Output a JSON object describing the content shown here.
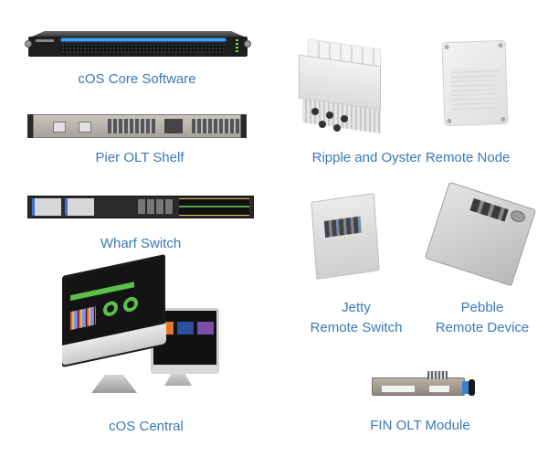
{
  "products": [
    {
      "id": "cos-core",
      "label": "cOS Core Software"
    },
    {
      "id": "pier-olt",
      "label": "Pier OLT Shelf"
    },
    {
      "id": "wharf",
      "label": "Wharf Switch"
    },
    {
      "id": "cos-central",
      "label": "cOS Central"
    },
    {
      "id": "ripple-oyster",
      "label": "Ripple and Oyster Remote Node"
    },
    {
      "id": "jetty",
      "label_line1": "Jetty",
      "label_line2": "Remote Switch"
    },
    {
      "id": "pebble",
      "label_line1": "Pebble",
      "label_line2": "Remote Device"
    },
    {
      "id": "fin-olt",
      "label": "FIN OLT Module"
    }
  ],
  "colors": {
    "label_text": "#3a78b8",
    "background": "#ffffff",
    "accent_blue_led": "#3fa6ff",
    "accent_green": "#5cbf4a"
  }
}
